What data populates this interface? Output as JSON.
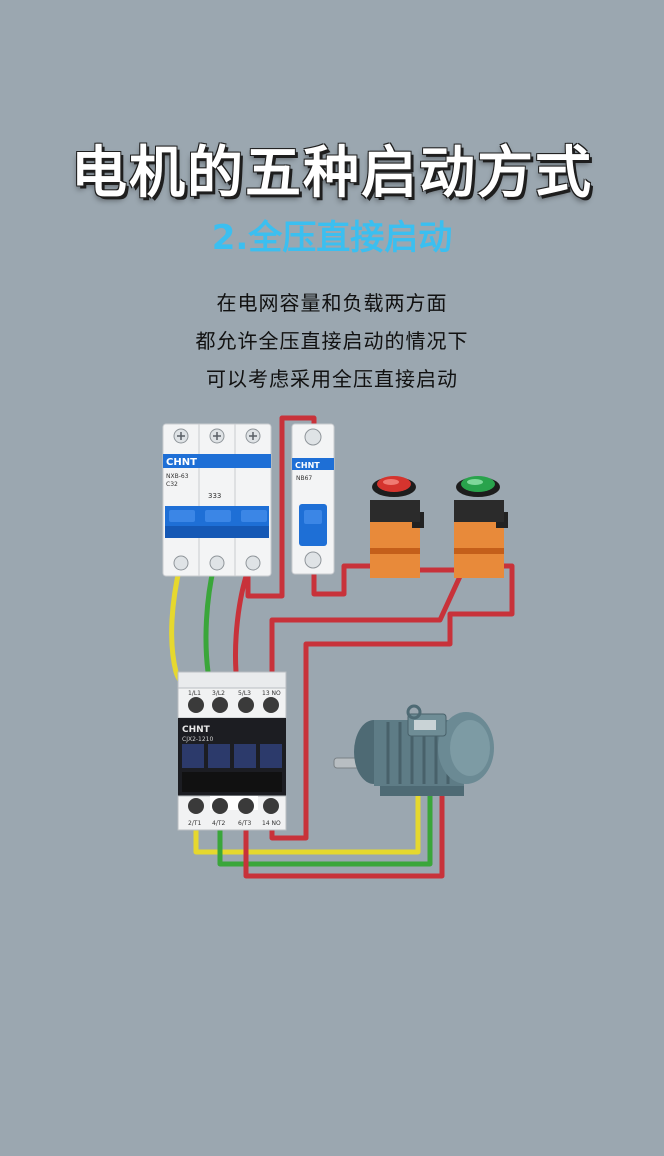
{
  "header": {
    "title": "电机的五种启动方式",
    "subtitle": "2.全压直接启动"
  },
  "description": [
    "在电网容量和负载两方面",
    "都允许全压直接启动的情况下",
    "可以考虑采用全压直接启动"
  ],
  "components": {
    "breaker_brand": "CHNT",
    "breaker_model": "NXB-63",
    "breaker_rating": "C32",
    "breaker_ratings_small": "333",
    "fuse_brand": "CHNT",
    "fuse_model": "NB67",
    "contactor_brand": "CHNT",
    "contactor_model": "CJX2-1210",
    "contactor_top_terminals": [
      "1/L1",
      "3/L2",
      "5/L3",
      "13 NO"
    ],
    "contactor_bottom_terminals": [
      "2/T1",
      "4/T2",
      "6/T3",
      "14 NO"
    ]
  },
  "colors": {
    "background": "#9ba7b0",
    "wire_yellow": "#e6d82e",
    "wire_green": "#3aa63a",
    "wire_red": "#c8323a",
    "breaker_blue": "#1e6fd6",
    "stop_button": "#d5342e",
    "start_button": "#29a34c",
    "motor_body": "#5e7c86"
  }
}
